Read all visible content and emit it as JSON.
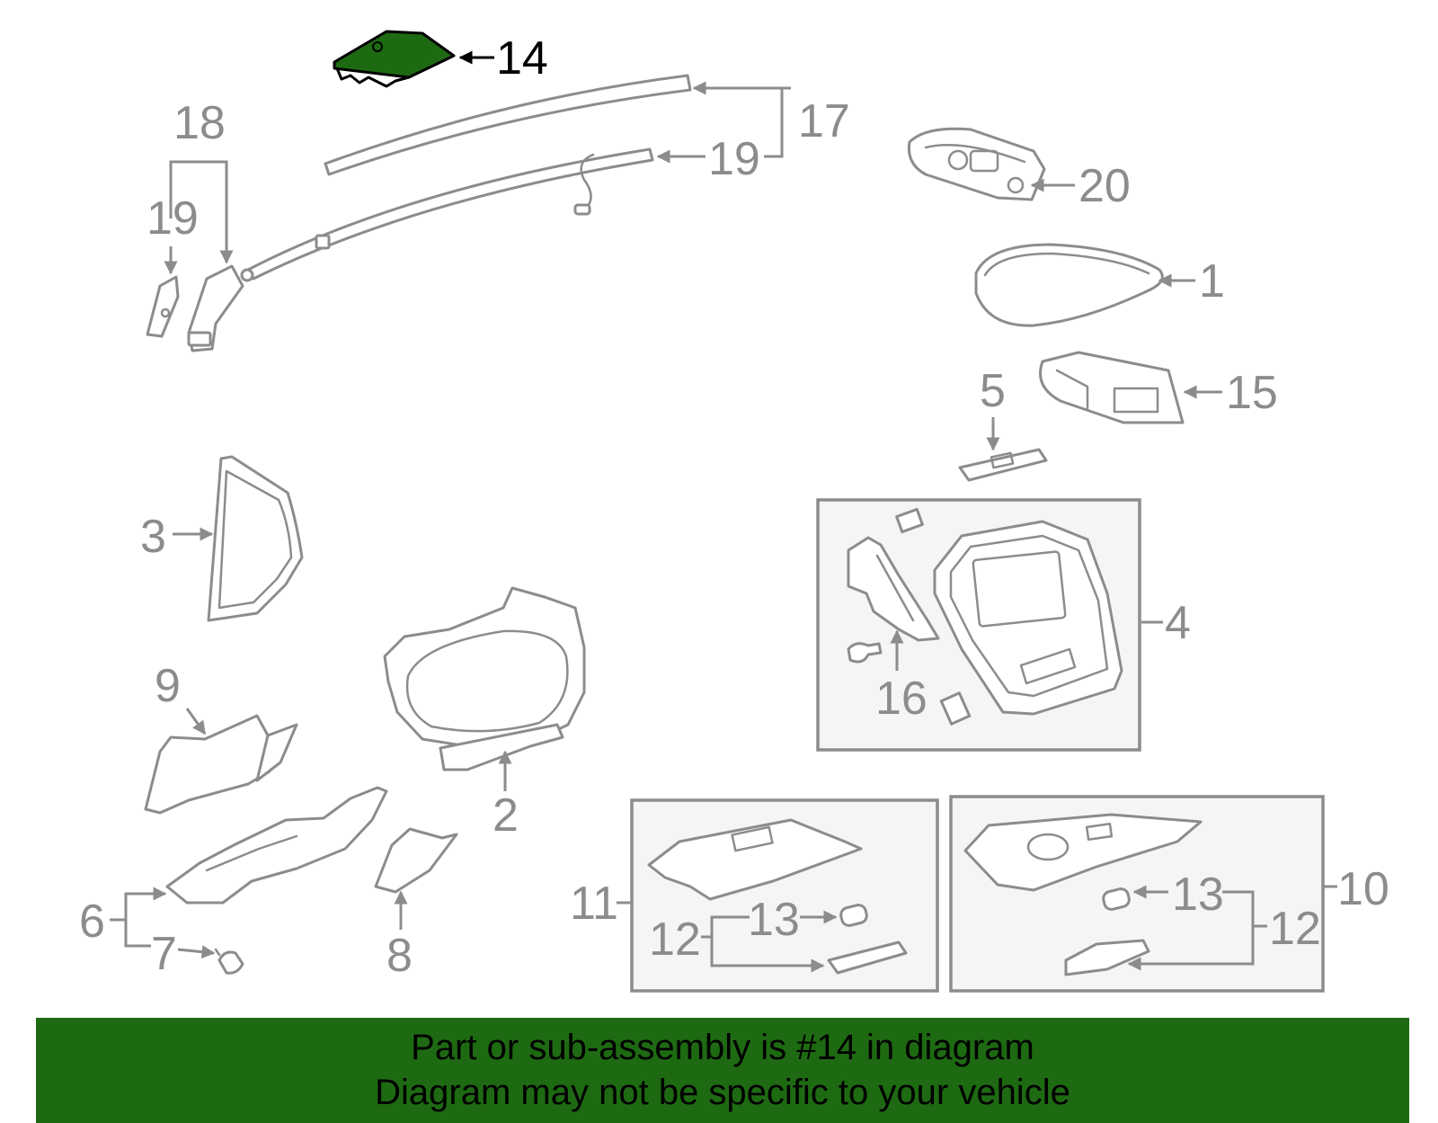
{
  "diagram": {
    "highlight_color": "#1e6a12",
    "callouts": {
      "c1": "1",
      "c2": "2",
      "c3": "3",
      "c4": "4",
      "c5": "5",
      "c6": "6",
      "c7": "7",
      "c8": "8",
      "c9": "9",
      "c10": "10",
      "c11": "11",
      "c12a": "12",
      "c12b": "12",
      "c13a": "13",
      "c13b": "13",
      "c14": "14",
      "c15": "15",
      "c16": "16",
      "c17": "17",
      "c18": "18",
      "c19a": "19",
      "c19b": "19",
      "c20": "20"
    }
  },
  "banner": {
    "line1": "Part or sub-assembly is #14 in diagram",
    "line2": "Diagram may not be specific to your vehicle",
    "background": "#1e6a12"
  }
}
